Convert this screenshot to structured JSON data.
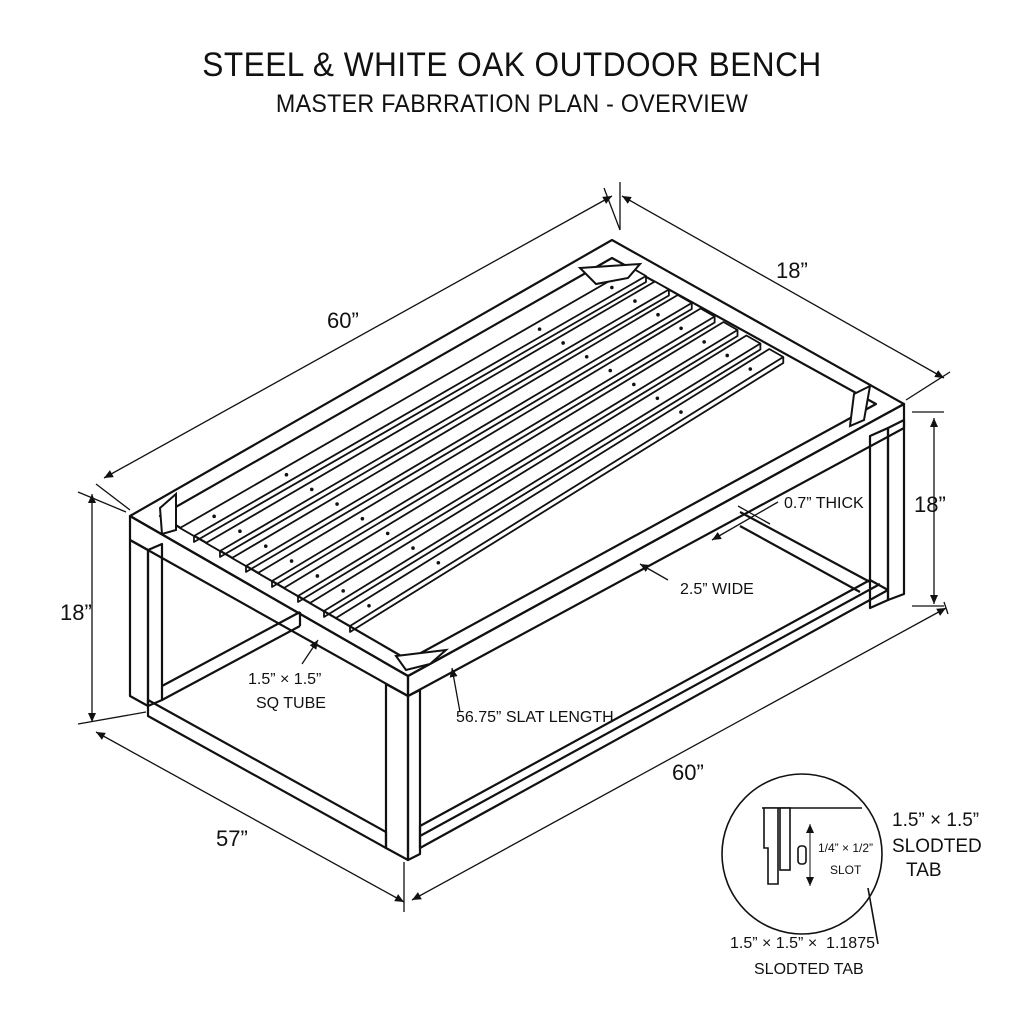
{
  "header": {
    "title": "STEEL & WHITE OAK OUTDOOR BENCH",
    "subtitle": "MASTER FABRRATION PLAN - OVERVIEW"
  },
  "dimensions": {
    "top_length": "60”",
    "top_depth": "18”",
    "right_height": "18”",
    "left_height": "18”",
    "bottom_left": "57”",
    "bottom_right": "60”"
  },
  "callouts": {
    "thickness": "0.7” THICK",
    "slat_width": "2.5” WIDE",
    "tube_size": "1.5” × 1.5”",
    "tube_label": "SQ TUBE",
    "slat_length": "56.75” SLAT LENGTH"
  },
  "detail": {
    "slot_size": "1/4” × 1/2”",
    "slot_label": "SLOT",
    "tab_size": "1.5” × 1.5”",
    "tab_label_1": "SLODTED",
    "tab_label_2": "TAB",
    "bottom_size": "1.5” × 1.5” ×  1.1875",
    "bottom_label": "SLODTED TAB"
  }
}
